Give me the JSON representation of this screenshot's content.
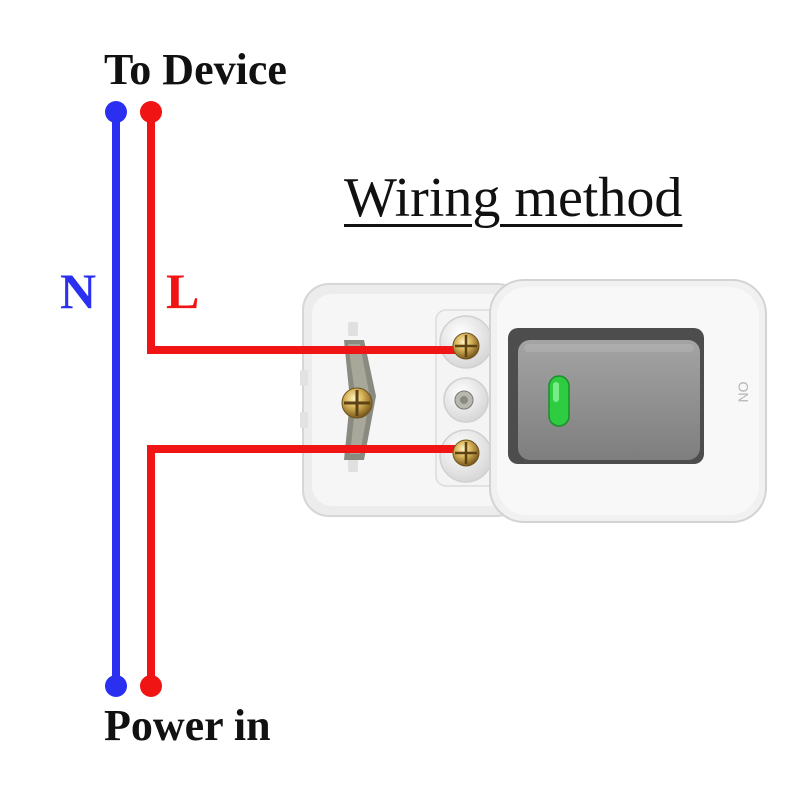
{
  "labels": {
    "top": "To Device",
    "bottom": "Power in",
    "title": "Wiring method",
    "neutral": "N",
    "live": "L",
    "switch_mark": "ON"
  },
  "colors": {
    "neutral": "#2a2ff0",
    "live": "#f01414",
    "switch_body": "#f2f2f2",
    "rocker": "#8e8e8e",
    "indicator": "#2ecc40"
  },
  "icons": [
    "terminal-screw-icon",
    "mount-screw-icon",
    "indicator-light-icon"
  ]
}
